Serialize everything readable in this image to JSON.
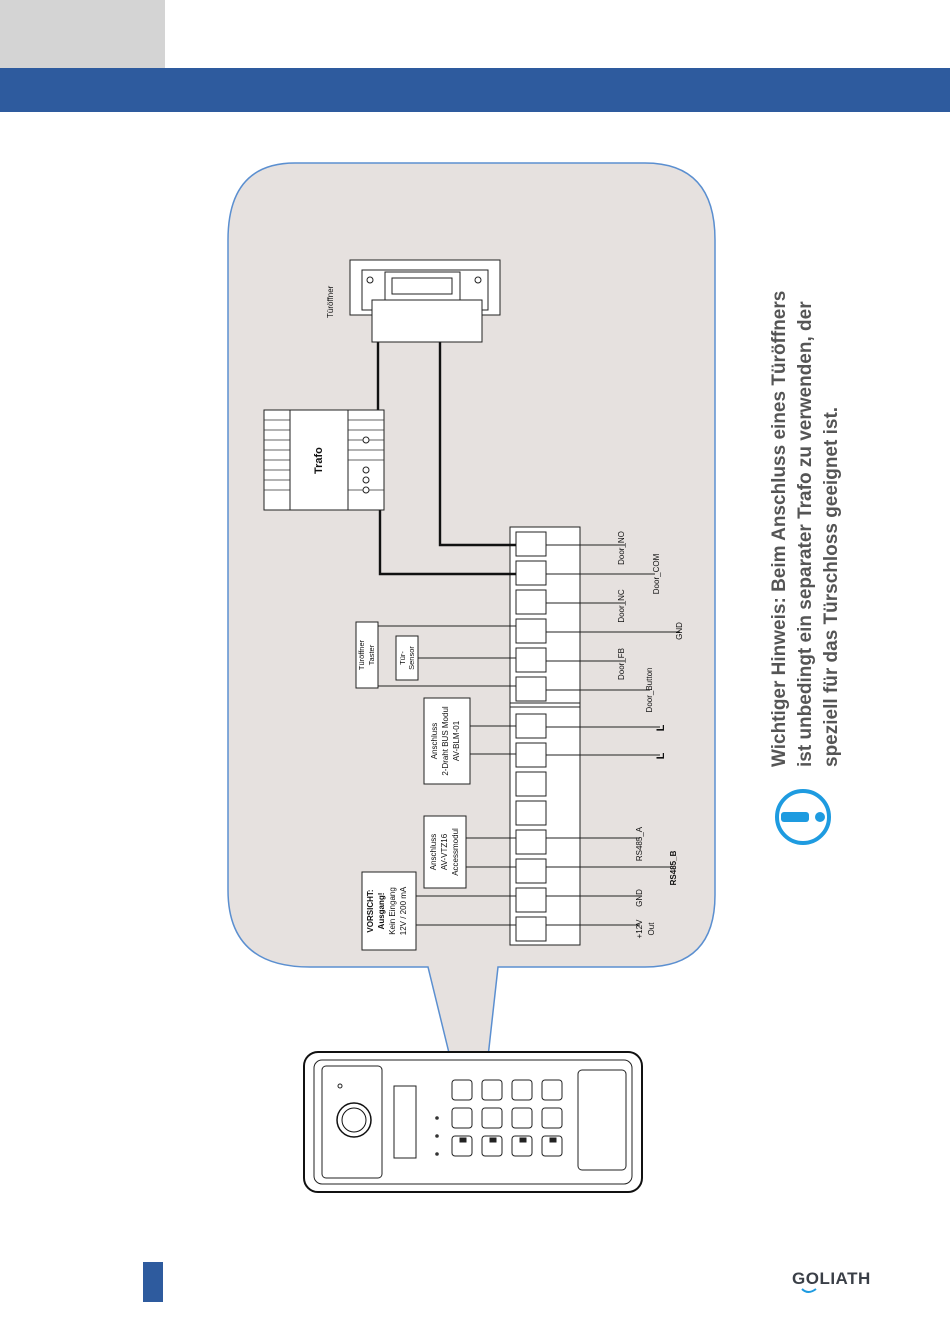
{
  "diagram": {
    "trafo_label": "Trafo",
    "door_opener_label": "Türöffner",
    "door_button_box": [
      "Türöffner",
      "Taster"
    ],
    "door_sensor_box": [
      "Tür-",
      "Sensor"
    ],
    "bus_module_box": [
      "Anschluss",
      "2-Draht BUS Modul",
      "AV-BLM-01"
    ],
    "access_module_box": [
      "Anschluss",
      "AV-VTZ16",
      "Accessmodul"
    ],
    "warning_box": [
      "VORSICHT:",
      "Ausgang!",
      "Kein Eingang",
      "12V / 200 mA"
    ],
    "terminals": {
      "door_no": "Door_NO",
      "door_com": "Door_COM",
      "door_nc": "Door_NC",
      "gnd_top": "GND",
      "door_fb": "Door_FB",
      "door_button": "Door_Button",
      "l1": "L",
      "l2": "L",
      "rs485_a": "RS485_A",
      "rs485_b": "RS485_B",
      "gnd": "GND",
      "plus12v": "+12V",
      "out": "Out"
    }
  },
  "note": {
    "lines": [
      "Wichtiger Hinweis: Beim Anschluss eines Türöffners",
      "ist unbedingt ein separater Trafo zu verwenden, der",
      "speziell für das Türschloss geeignet ist."
    ]
  },
  "footer": {
    "logo_text": "GOLIATH"
  },
  "colors": {
    "brand_blue": "#2e5b9e",
    "bubble_fill": "#e6e1df",
    "bubble_stroke": "#5b8fd0",
    "info_blue": "#1e9be0",
    "gray_tab": "#d4d4d4"
  }
}
